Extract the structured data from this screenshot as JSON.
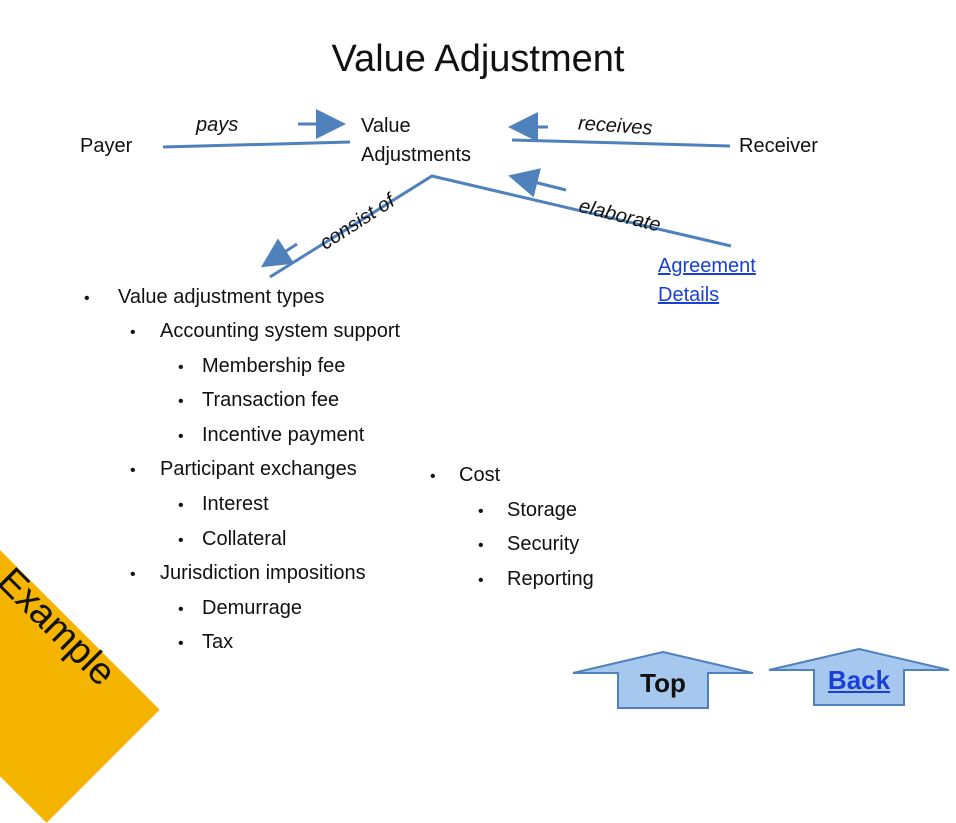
{
  "title": "Value Adjustment",
  "nodes": {
    "payer": "Payer",
    "value_adjustments_line1": "Value",
    "value_adjustments_line2": "Adjustments",
    "receiver": "Receiver",
    "agreement_line1": "Agreement",
    "agreement_line2": "Details"
  },
  "edges": {
    "pays": "pays",
    "receives": "receives",
    "elaborate": "elaborate",
    "consist_of": "consist of"
  },
  "list_left": {
    "l1": "Value adjustment types",
    "l2a": "Accounting system support",
    "l3a": "Membership fee",
    "l3b": "Transaction fee",
    "l3c": "Incentive payment",
    "l2b": "Participant exchanges",
    "l3d": "Interest",
    "l3e": "Collateral",
    "l2c": "Jurisdiction impositions",
    "l3f": "Demurrage",
    "l3g": "Tax"
  },
  "list_right": {
    "cost": "Cost",
    "storage": "Storage",
    "security": "Security",
    "reporting": "Reporting"
  },
  "stamp_label": "Example",
  "nav": {
    "top_label": "Top",
    "back_label": "Back"
  },
  "colors": {
    "line": "#4f81bd",
    "button_fill": "#a6c8ef",
    "stamp": "#f5b400",
    "link": "#1a3fd6"
  }
}
